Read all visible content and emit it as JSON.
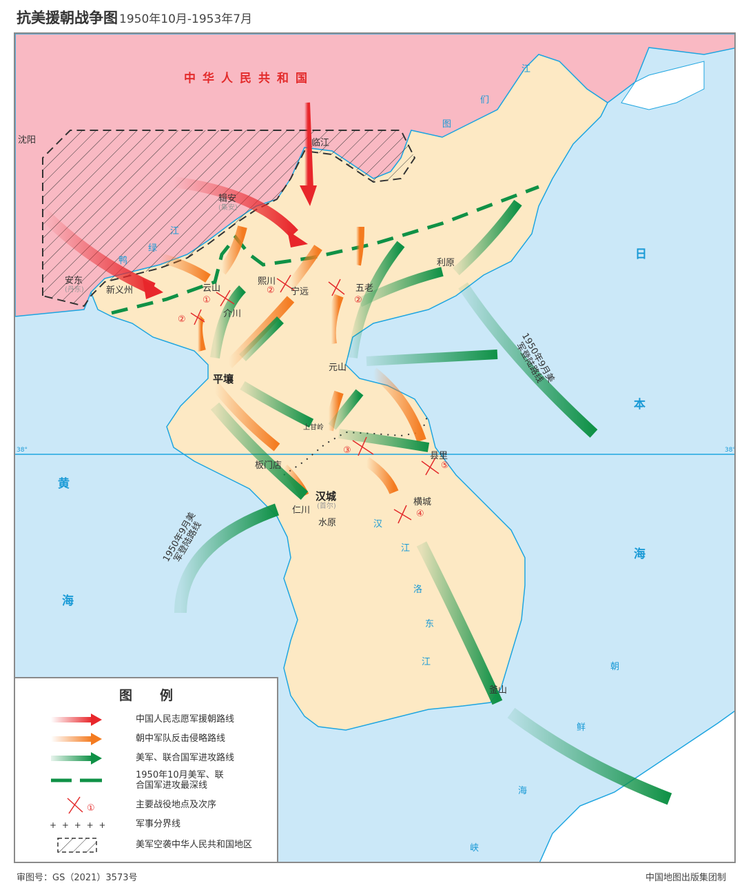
{
  "header": {
    "title": "抗美援朝战争图",
    "subtitle": "1950年10月-1953年7月"
  },
  "map": {
    "country_label": "中华人民共和国",
    "latitude_label": "38°",
    "seas": {
      "yellow_sea": [
        "黄",
        "海"
      ],
      "sea_of_japan": [
        "日",
        "本",
        "海"
      ],
      "korea_strait": [
        "朝",
        "鲜",
        "海",
        "峡"
      ]
    },
    "rivers": {
      "yalu": [
        "鸭",
        "绿",
        "江"
      ],
      "tumen": [
        "图",
        "们",
        "江"
      ],
      "han": [
        "汉",
        "江"
      ],
      "nakdong": [
        "洛",
        "东",
        "江"
      ]
    },
    "cities": {
      "shenyang": "沈阳",
      "linjiang": "临江",
      "jian": "辑安",
      "jian_old": "(集安)",
      "andong": "安东",
      "andong_old": "(丹东)",
      "sinuiju": "新义州",
      "unsan": "云山",
      "huichon": "熙川",
      "nyongwon": "宁远",
      "kaechon": "介川",
      "ori": "五老",
      "riwon": "利原",
      "pyongyang": "平壤",
      "wonsan": "元山",
      "sanggamryong": "上甘岭",
      "panmunjom": "板门店",
      "hyonri": "县里",
      "seoul": "汉城",
      "seoul_old": "(首尔)",
      "incheon": "仁川",
      "suwon": "水原",
      "hoengsong": "横城",
      "busan": "釜山"
    },
    "battle_numbers": [
      "①",
      "②",
      "②",
      "②",
      "③",
      "④",
      "⑤"
    ],
    "landing_notes": {
      "east": "1950年9月美\n军登陆路线",
      "west": "1950年9月美\n军登陆路线"
    }
  },
  "legend": {
    "title": "图例",
    "items": [
      {
        "label": "中国人民志愿军援朝路线",
        "symbol": "red-arrow-icon",
        "color": "#e8262b"
      },
      {
        "label": "朝中军队反击侵略路线",
        "symbol": "orange-arrow-icon",
        "color": "#f47b20"
      },
      {
        "label": "美军、联合国军进攻路线",
        "symbol": "green-arrow-icon",
        "color": "#0f9146"
      },
      {
        "label": "1950年10月美军、联\n合国军进攻最深线",
        "symbol": "green-dashed-line-icon",
        "color": "#0f9146"
      },
      {
        "label": "主要战役地点及次序",
        "symbol": "battle-cross-icon",
        "color": "#e32b2b",
        "sample_num": "①"
      },
      {
        "label": "军事分界线",
        "symbol": "plus-line-icon",
        "color": "#333333"
      },
      {
        "label": "美军空袭中华人民共和国地区",
        "symbol": "hatch-area-icon",
        "color": "#333333"
      }
    ]
  },
  "footer": {
    "approval": "审图号：GS（2021）3573号",
    "publisher": "中国地图出版集团制"
  },
  "colors": {
    "china": "#f9b9c3",
    "korea": "#fde9c4",
    "sea": "#cbe8f8",
    "japan": "#ffffff",
    "coast": "#1ea5e0",
    "red_arrow": "#e8262b",
    "orange_arrow": "#f47b20",
    "green_arrow": "#0f9146"
  }
}
